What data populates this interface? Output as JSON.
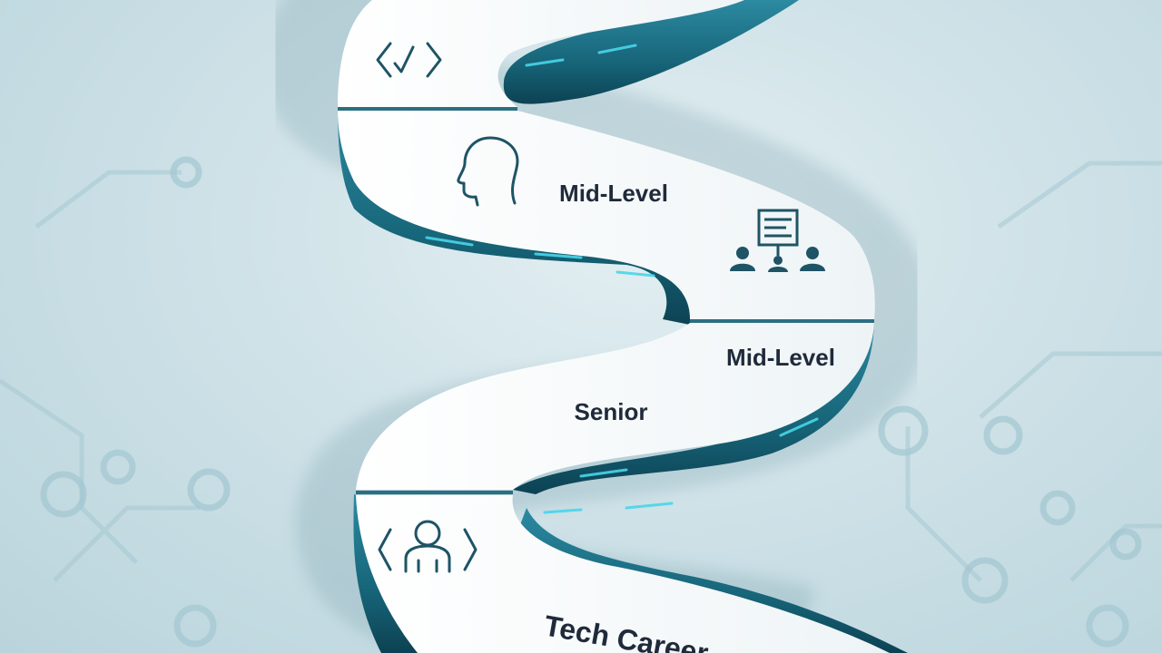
{
  "stages": [
    {
      "label": "Mid-Level"
    },
    {
      "label": "Mid-Level"
    },
    {
      "label": "Senior"
    },
    {
      "label": "Tech Career"
    }
  ],
  "icons": [
    "code-check-icon",
    "head-profile-icon",
    "team-presentation-icon",
    "code-person-icon"
  ],
  "colors": {
    "background": "#c9dee4",
    "path_surface": "#f7fafb",
    "path_side": "#1d6f85",
    "path_side_dark": "#0e4a5c",
    "glow": "#49d6ea",
    "text": "#1f2a3a",
    "icon": "#1e5466",
    "circuit": "#9fc3cd"
  }
}
